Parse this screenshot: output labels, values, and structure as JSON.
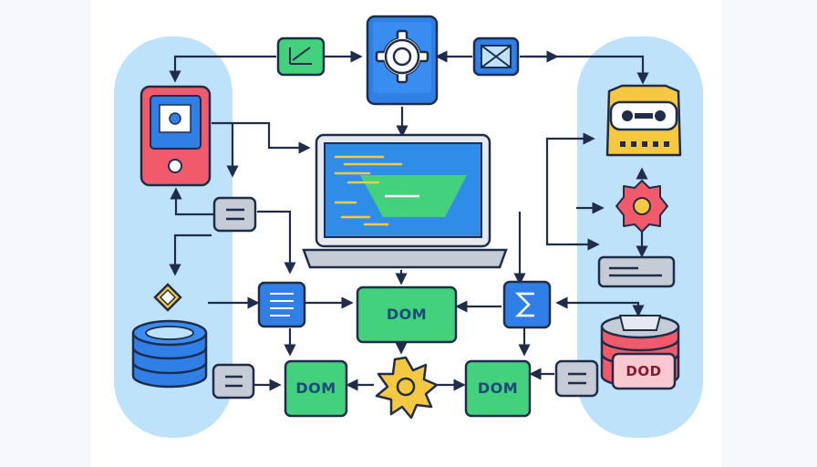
{
  "nodes": {
    "dom_center": "DOM",
    "dom_left": "DOM",
    "dom_right": "DOM",
    "dod_box": "DOD"
  },
  "icons": {
    "gear_top": "gear-icon",
    "chart_top_left": "chart-icon",
    "mail_top_right": "mail-icon",
    "phone": "phone-icon",
    "robot": "robot-icon",
    "gear_right": "gear-icon",
    "laptop": "laptop-icon",
    "database_left": "database-icon",
    "database_right": "database-icon",
    "sun_gear": "sun-gear-icon",
    "diamond": "diamond-icon",
    "sigma": "sigma-icon"
  },
  "colors": {
    "outline": "#1f2d4a",
    "blue": "#2f7fe6",
    "green": "#43d17e",
    "panel_blue": "#bfe2fb",
    "red": "#f05a6b",
    "yellow": "#f5c842",
    "gray": "#c6ccd6",
    "laptop_screen": "#2f8de8"
  }
}
